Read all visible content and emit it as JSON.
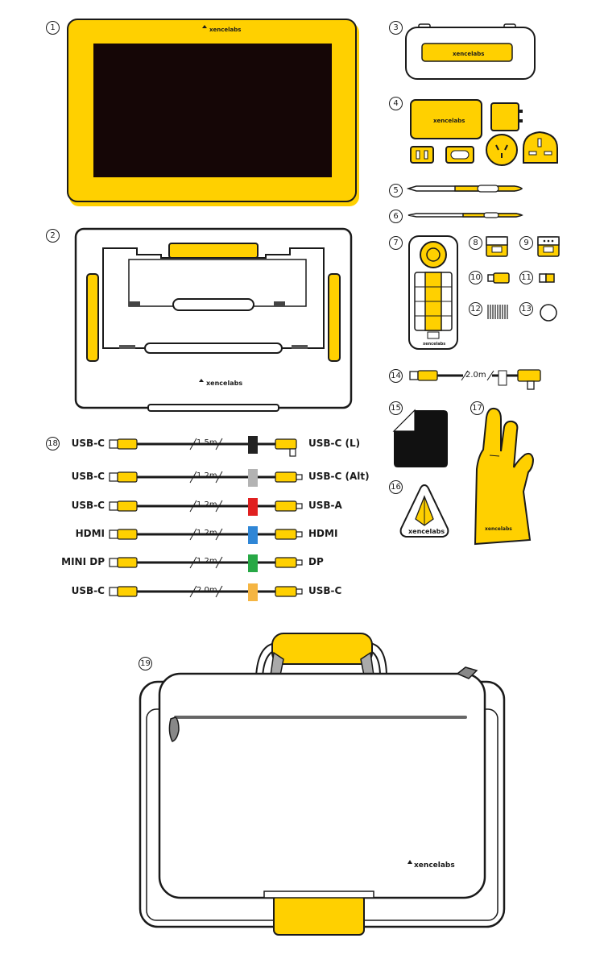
{
  "brand": "xencelabs",
  "markers": [
    "1",
    "2",
    "3",
    "4",
    "5",
    "6",
    "7",
    "8",
    "9",
    "10",
    "11",
    "12",
    "13",
    "14",
    "15",
    "16",
    "17",
    "18",
    "19"
  ],
  "items": {
    "cable14": {
      "length": "2.0m"
    }
  },
  "cables": [
    {
      "left": "USB-C",
      "right": "USB-C (L)",
      "length": "1.5m",
      "color": "#222222"
    },
    {
      "left": "USB-C",
      "right": "USB-C (Alt)",
      "length": "1.2m",
      "color": "#b3b3b3"
    },
    {
      "left": "USB-C",
      "right": "USB-A",
      "length": "1.2m",
      "color": "#e02020"
    },
    {
      "left": "HDMI",
      "right": "HDMI",
      "length": "1.2m",
      "color": "#2f86d6"
    },
    {
      "left": "MINI DP",
      "right": "DP",
      "length": "1.2m",
      "color": "#27a845"
    },
    {
      "left": "USB-C",
      "right": "USB-C",
      "length": "2.0m",
      "color": "#f5b542"
    }
  ],
  "colors": {
    "accent": "#ffd000",
    "outline": "#1a1a1a",
    "screen": "#150606"
  }
}
